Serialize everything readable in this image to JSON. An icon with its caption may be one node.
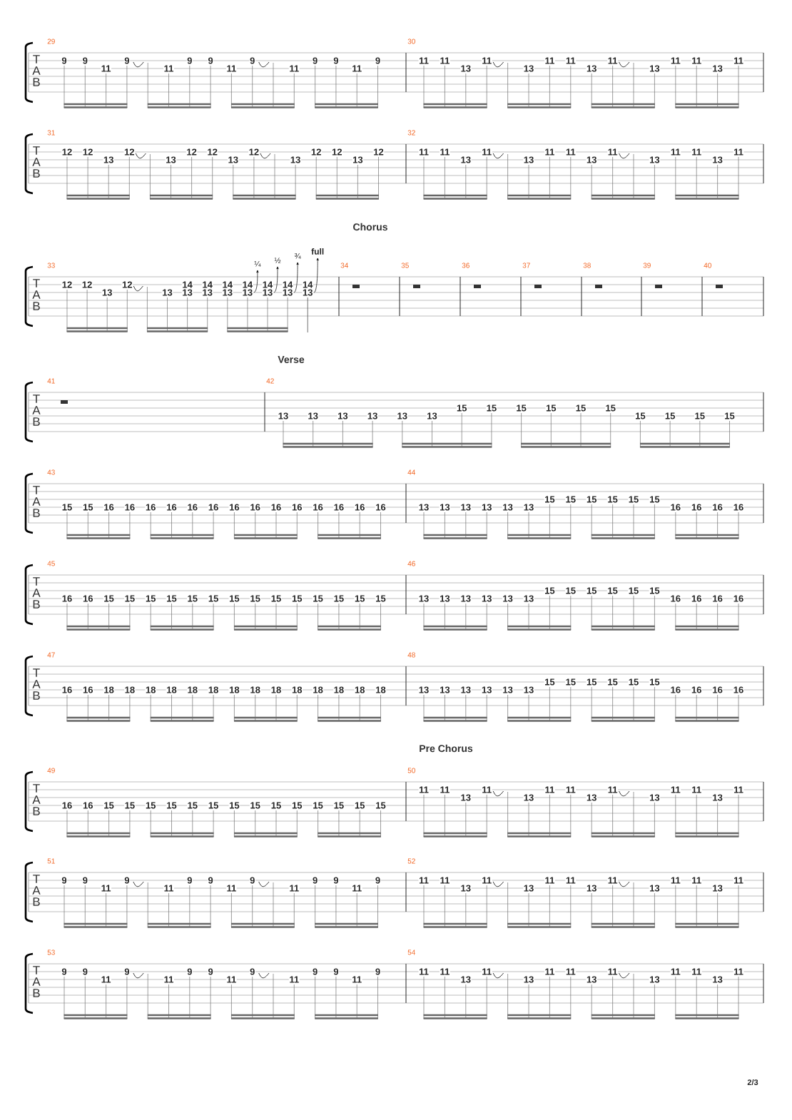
{
  "diagram": {
    "labels": [
      "T",
      "A",
      "B",
      "29",
      "9",
      "9",
      "11",
      "9",
      "11",
      "9",
      "9",
      "11",
      "9",
      "11",
      "9",
      "9",
      "11",
      "9",
      "30",
      "11",
      "11",
      "13",
      "11",
      "13",
      "11",
      "11",
      "13",
      "11",
      "13",
      "11",
      "11",
      "13",
      "11",
      "T",
      "A",
      "B",
      "31",
      "12",
      "12",
      "13",
      "12",
      "13",
      "12",
      "12",
      "13",
      "12",
      "13",
      "12",
      "12",
      "13",
      "12",
      "32",
      "11",
      "11",
      "13",
      "11",
      "13",
      "11",
      "11",
      "13",
      "11",
      "13",
      "11",
      "11",
      "13",
      "11",
      "Chorus",
      "T",
      "A",
      "B",
      "33",
      "12",
      "12",
      "13",
      "12",
      "13",
      "14",
      "13",
      "14",
      "13",
      "14",
      "13",
      "14",
      "13",
      "¼",
      "14",
      "13",
      "½",
      "14",
      "13",
      "¾",
      "14",
      "13",
      "full",
      "34",
      "35",
      "36",
      "37",
      "38",
      "39",
      "40",
      "Verse",
      "T",
      "A",
      "B",
      "41",
      "42",
      "13",
      "13",
      "13",
      "13",
      "13",
      "13",
      "15",
      "15",
      "15",
      "15",
      "15",
      "15",
      "15",
      "15",
      "15",
      "15",
      "T",
      "A",
      "B",
      "43",
      "15",
      "15",
      "16",
      "16",
      "16",
      "16",
      "16",
      "16",
      "16",
      "16",
      "16",
      "16",
      "16",
      "16",
      "16",
      "16",
      "44",
      "13",
      "13",
      "13",
      "13",
      "13",
      "13",
      "15",
      "15",
      "15",
      "15",
      "15",
      "15",
      "16",
      "16",
      "16",
      "16",
      "T",
      "A",
      "B",
      "45",
      "16",
      "16",
      "15",
      "15",
      "15",
      "15",
      "15",
      "15",
      "15",
      "15",
      "15",
      "15",
      "15",
      "15",
      "15",
      "15",
      "46",
      "13",
      "13",
      "13",
      "13",
      "13",
      "13",
      "15",
      "15",
      "15",
      "15",
      "15",
      "15",
      "16",
      "16",
      "16",
      "16",
      "T",
      "A",
      "B",
      "47",
      "16",
      "16",
      "18",
      "18",
      "18",
      "18",
      "18",
      "18",
      "18",
      "18",
      "18",
      "18",
      "18",
      "18",
      "18",
      "18",
      "48",
      "13",
      "13",
      "13",
      "13",
      "13",
      "13",
      "15",
      "15",
      "15",
      "15",
      "15",
      "15",
      "16",
      "16",
      "16",
      "16",
      "Pre Chorus",
      "T",
      "A",
      "B",
      "49",
      "16",
      "16",
      "15",
      "15",
      "15",
      "15",
      "15",
      "15",
      "15",
      "15",
      "15",
      "15",
      "15",
      "15",
      "15",
      "15",
      "50",
      "11",
      "11",
      "13",
      "11",
      "13",
      "11",
      "11",
      "13",
      "11",
      "13",
      "11",
      "11",
      "13",
      "11",
      "T",
      "A",
      "B",
      "51",
      "9",
      "9",
      "11",
      "9",
      "11",
      "9",
      "9",
      "11",
      "9",
      "11",
      "9",
      "9",
      "11",
      "9",
      "52",
      "11",
      "11",
      "13",
      "11",
      "13",
      "11",
      "11",
      "13",
      "11",
      "13",
      "11",
      "11",
      "13",
      "11",
      "T",
      "A",
      "B",
      "53",
      "9",
      "9",
      "11",
      "9",
      "11",
      "9",
      "9",
      "11",
      "9",
      "11",
      "9",
      "9",
      "11",
      "9",
      "54",
      "11",
      "11",
      "13",
      "11",
      "13",
      "11",
      "11",
      "13",
      "11",
      "13",
      "11",
      "11",
      "13",
      "11",
      "2/3"
    ]
  }
}
